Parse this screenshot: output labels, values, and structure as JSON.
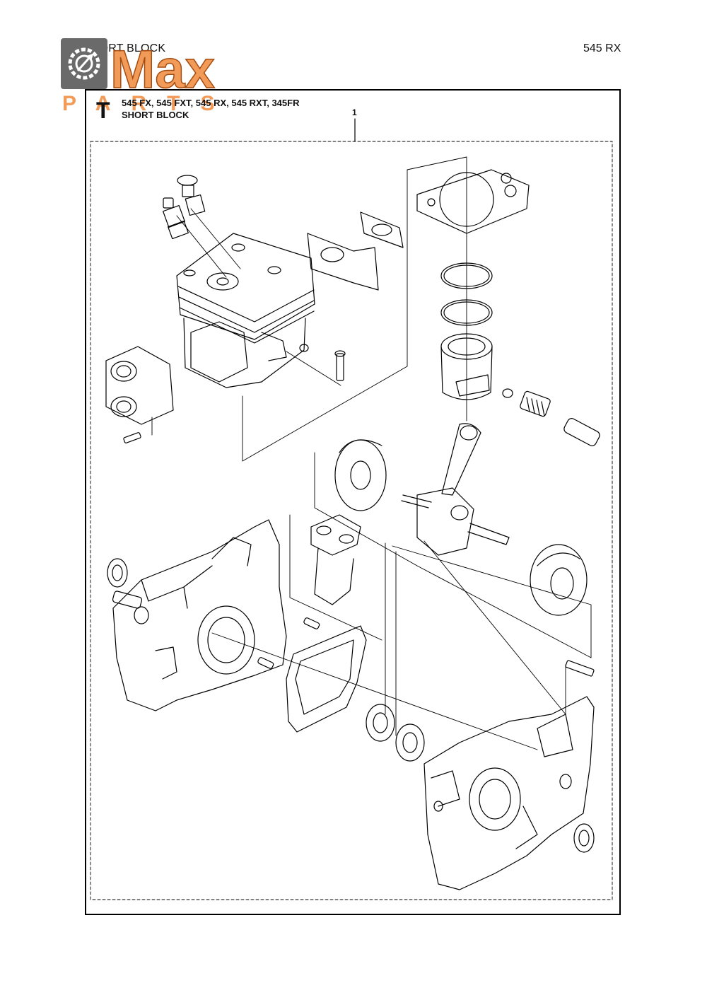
{
  "header": {
    "section_title": "SHORT BLOCK",
    "model": "545 RX"
  },
  "logo": {
    "word": "Max",
    "subword": "PARTS",
    "accent_color": "#f08a3c",
    "icon": "gear-wrench-icon"
  },
  "figure": {
    "letter": "T",
    "models": "545 FX, 545 FXT, 545 RX, 545 RXT, 345FR",
    "assembly_name": "SHORT BLOCK",
    "callout": "1"
  }
}
